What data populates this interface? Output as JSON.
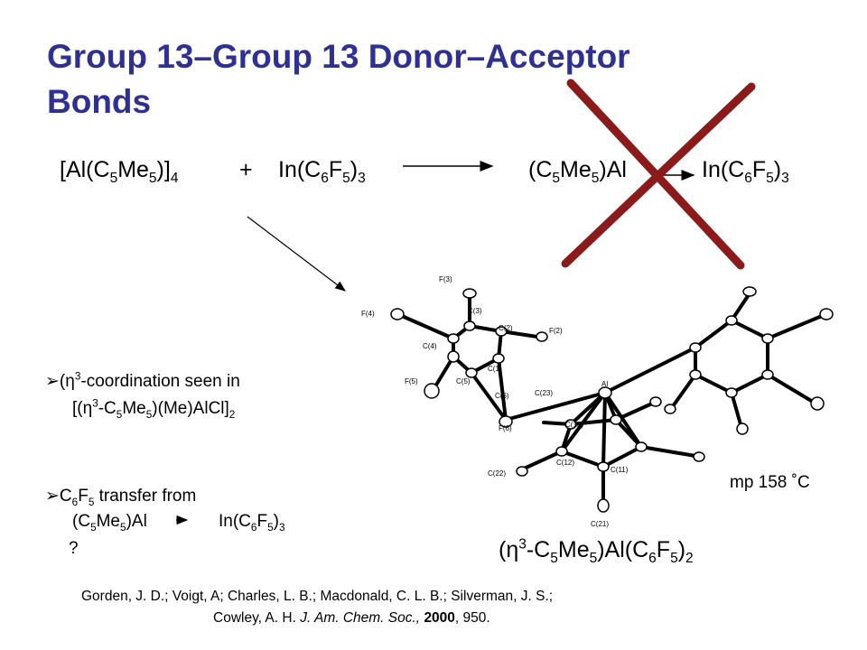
{
  "slide": {
    "title_line1": "Group 13–Group 13 Donor–Acceptor",
    "title_line2": "Bonds",
    "colors": {
      "title": "#2e3192",
      "cross": "#8b1a1a"
    }
  },
  "equation": {
    "reactant1": {
      "pre": "[Al(C",
      "s1": "5",
      "mid": "Me",
      "s2": "5",
      "post": ")]",
      "s3": "4"
    },
    "plus": "+",
    "reactant2": {
      "pre": "In(C",
      "s1": "6",
      "mid": "F",
      "s2": "5",
      "post": ")",
      "s3": "3"
    },
    "product_left": {
      "pre": "(C",
      "s1": "5",
      "mid": "Me",
      "s2": "5",
      "post": ")Al"
    },
    "product_right": {
      "pre": "In(C",
      "s1": "6",
      "mid": "F",
      "s2": "5",
      "post": ")",
      "s3": "3"
    }
  },
  "bullets": [
    {
      "line1": {
        "pre": "(",
        "eta": "η",
        "sup": "3",
        "post": "-coordination seen in"
      },
      "line2": {
        "a": "[(",
        "eta": "η",
        "sup": "3",
        "b": "-C",
        "s1": "5",
        "c": "Me",
        "s2": "5",
        "d": ")(Me)AlCl]",
        "s3": "2"
      }
    },
    {
      "line1": {
        "a": "C",
        "s1": "6",
        "b": "F",
        "s2": "5",
        "c": " transfer from"
      },
      "line2_left": {
        "a": "(C",
        "s1": "5",
        "b": "Me",
        "s2": "5",
        "c": ")Al"
      },
      "line2_right": {
        "a": "In(C",
        "s1": "6",
        "b": "F",
        "s2": "5",
        "c": ")",
        "s3": "3"
      },
      "line3": "?"
    }
  ],
  "structure": {
    "melting_point": "mp 158 ˚C",
    "formula": {
      "a": "(",
      "eta": "η",
      "sup": "3",
      "b": "-C",
      "s1": "5",
      "c": "Me",
      "s2": "5",
      "d": ")Al(C",
      "s3": "6",
      "e": "F",
      "s4": "5",
      "f": ")",
      "s5": "2"
    },
    "atom_labels": [
      "F(3)",
      "C(3)",
      "F(4)",
      "C(2)",
      "F(2)",
      "C(4)",
      "C(1)",
      "F(5)",
      "C(5)",
      "C(6)",
      "C(23)",
      "Al",
      "F(6)",
      "C(13)",
      "C(22)",
      "C(12)",
      "C(11)",
      "C(21)"
    ]
  },
  "citation": {
    "line1": "Gorden, J. D.; Voigt, A; Charles, L. B.; Macdonald, C. L. B.; Silverman, J. S.;",
    "line2_a": "Cowley, A. H. ",
    "line2_journal": "J. Am. Chem. Soc.,",
    "line2_year": "2000",
    "line2_end": ", 950."
  }
}
